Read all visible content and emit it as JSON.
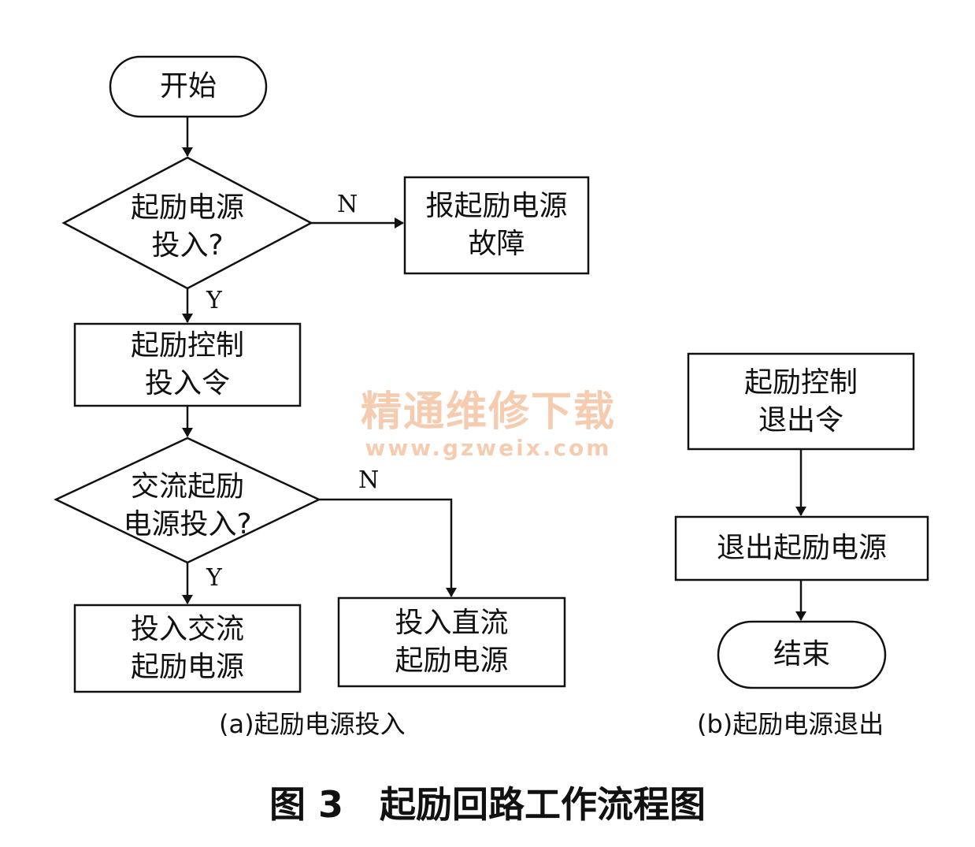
{
  "nodes": {
    "start": "开始",
    "decision1": [
      "起励电源",
      "投入?"
    ],
    "fault": [
      "报起励电源",
      "故障"
    ],
    "control_in": [
      "起励控制",
      "投入令"
    ],
    "decision2": [
      "交流起励",
      "电源投入?"
    ],
    "ac_in": [
      "投入交流",
      "起励电源"
    ],
    "dc_in": [
      "投入直流",
      "起励电源"
    ],
    "control_out": [
      "起励控制",
      "退出令"
    ],
    "exit_source": "退出起励电源",
    "end": "结束"
  },
  "edge_labels": {
    "d1_no": "N",
    "d1_yes": "Y",
    "d2_no": "N",
    "d2_yes": "Y"
  },
  "subcaptions": {
    "a": "(a)起励电源投入",
    "b": "(b)起励电源退出"
  },
  "watermark": {
    "text": "精通维修下载",
    "url": "www.gzweix.com"
  },
  "caption": "图 3　起励回路工作流程图"
}
